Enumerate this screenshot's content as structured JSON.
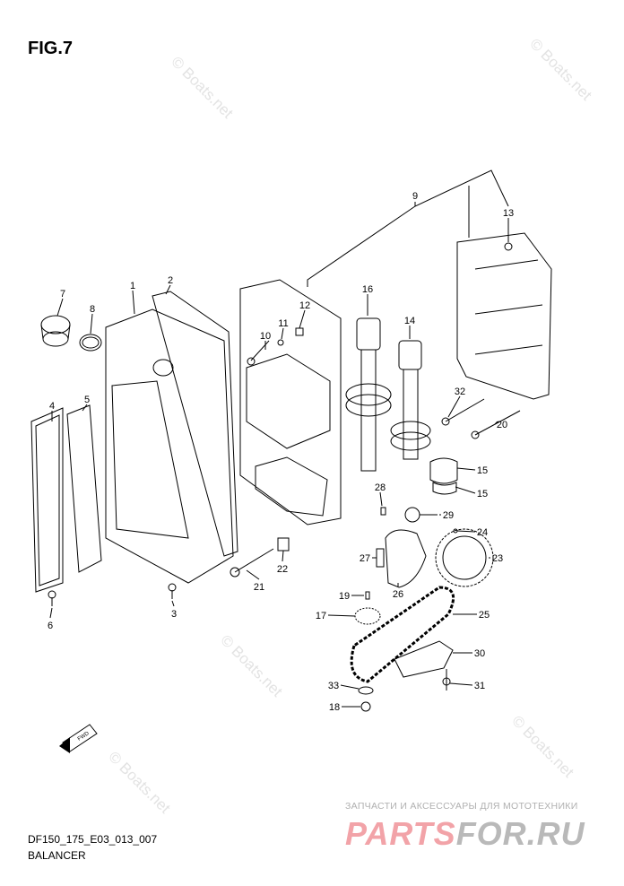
{
  "title": "FIG.7",
  "watermark": "© Boats.net",
  "diagram_code": "DF150_175_E03_013_007",
  "caption": "BALANCER",
  "ad": {
    "tagline": "ЗАПЧАСТИ И АКСЕССУАРЫ ДЛЯ МОТОТЕХНИКИ",
    "logo_part1": "PARTS",
    "logo_part2": "FOR.RU"
  },
  "callouts": [
    "9",
    "13",
    "7",
    "1",
    "2",
    "8",
    "16",
    "14",
    "11",
    "12",
    "10",
    "4",
    "5",
    "32",
    "20",
    "15",
    "15",
    "28",
    "29",
    "24",
    "27",
    "23",
    "22",
    "21",
    "3",
    "6",
    "19",
    "26",
    "17",
    "25",
    "30",
    "33",
    "31",
    "18"
  ],
  "fwd_label": "FWD"
}
